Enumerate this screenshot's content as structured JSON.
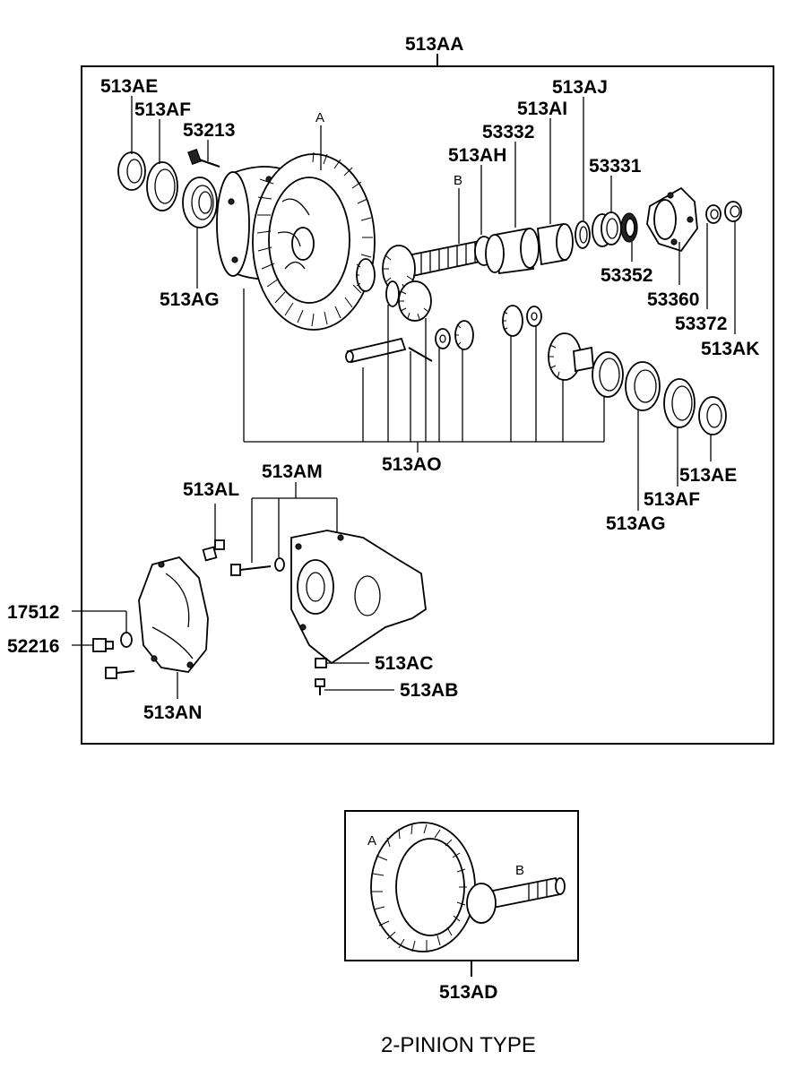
{
  "labels": {
    "main_assembly": "513AA",
    "ring_pinion_sub": "513AD",
    "caption": "2-PINION TYPE",
    "marker_a": "A",
    "marker_b": "B"
  },
  "parts": {
    "p513AE_left": "513AE",
    "p513AF_left": "513AF",
    "p53213": "53213",
    "p513AG_left": "513AG",
    "p513AH": "513AH",
    "p53332": "53332",
    "p513AI": "513AI",
    "p513AJ": "513AJ",
    "p53331": "53331",
    "p53352": "53352",
    "p53360": "53360",
    "p53372": "53372",
    "p513AK": "513AK",
    "p513AO": "513AO",
    "p513AE_right": "513AE",
    "p513AF_right": "513AF",
    "p513AG_right": "513AG",
    "p513AM": "513AM",
    "p513AL": "513AL",
    "p17512": "17512",
    "p52216": "52216",
    "p513AC": "513AC",
    "p513AB": "513AB",
    "p513AN": "513AN"
  }
}
